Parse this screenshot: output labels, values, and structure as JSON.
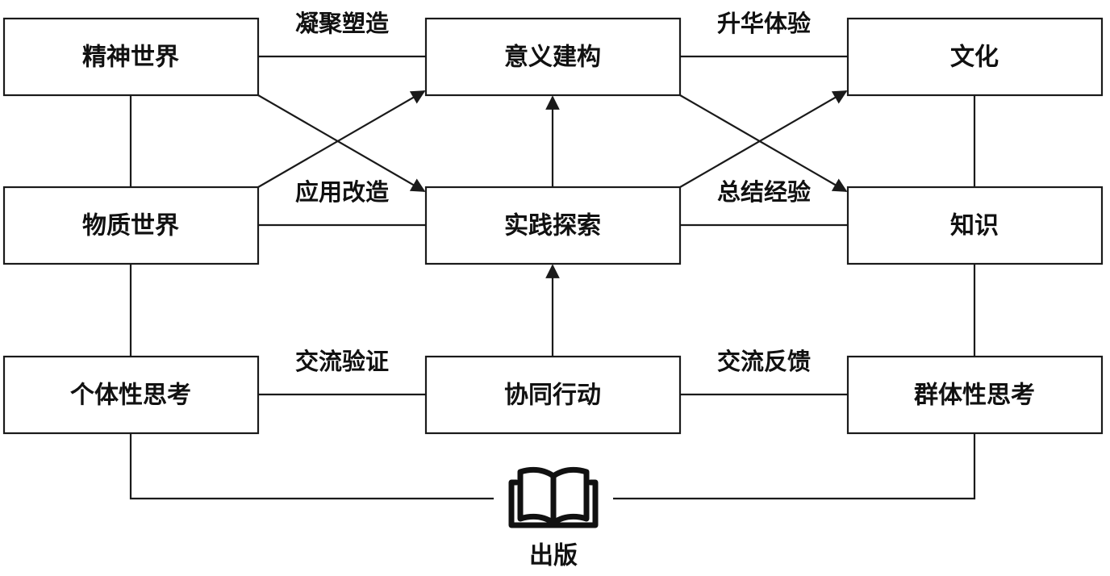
{
  "nodes": {
    "spirit_world": "精神世界",
    "meaning_construction": "意义建构",
    "culture": "文化",
    "material_world": "物质世界",
    "practice_exploration": "实践探索",
    "knowledge": "知识",
    "individual_thinking": "个体性思考",
    "collaborative_action": "协同行动",
    "group_thinking": "群体性思考"
  },
  "edge_labels": {
    "condense_shape": "凝聚塑造",
    "sublimate_experience": "升华体验",
    "apply_transform": "应用改造",
    "summarize_experience": "总结经验",
    "exchange_verify": "交流验证",
    "exchange_feedback": "交流反馈"
  },
  "publishing": {
    "label": "出版",
    "icon": "open-book-icon"
  }
}
